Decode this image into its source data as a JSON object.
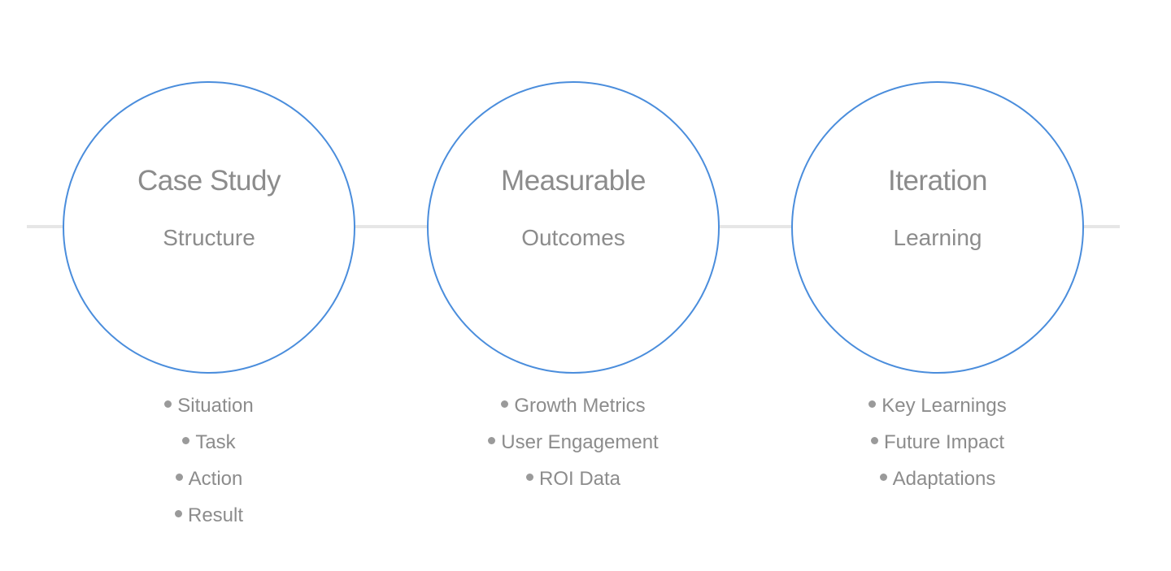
{
  "stages": [
    {
      "title": "Case Study",
      "subtitle": "Structure",
      "items": [
        "Situation",
        "Task",
        "Action",
        "Result"
      ]
    },
    {
      "title": "Measurable",
      "subtitle": "Outcomes",
      "items": [
        "Growth Metrics",
        "User Engagement",
        "ROI Data"
      ]
    },
    {
      "title": "Iteration",
      "subtitle": "Learning",
      "items": [
        "Key Learnings",
        "Future Impact",
        "Adaptations"
      ]
    }
  ],
  "colors": {
    "circle_border": "#4a8ddc",
    "connector": "#e6e6e6",
    "text": "#8c8c8c",
    "bullet": "#9a9a9a"
  }
}
